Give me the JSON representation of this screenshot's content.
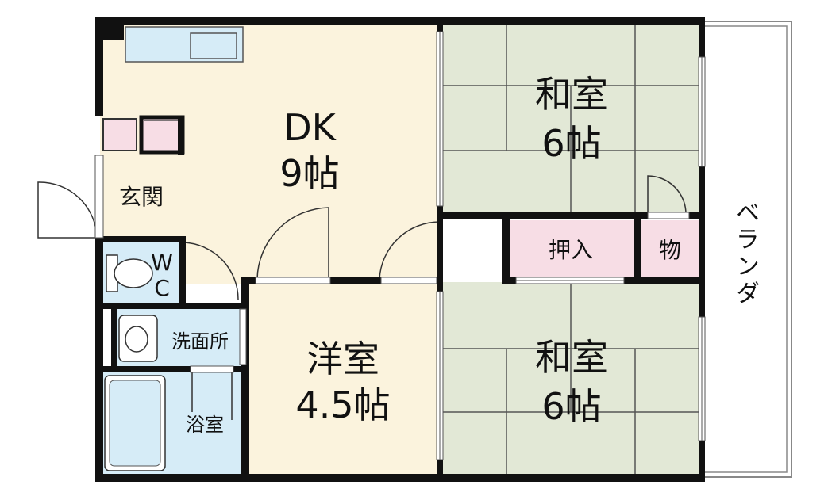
{
  "rooms": {
    "dk": {
      "name": "DK",
      "size": "9帖"
    },
    "washitsu_top": {
      "name": "和室",
      "size": "6帖"
    },
    "washitsu_bottom": {
      "name": "和室",
      "size": "6帖"
    },
    "yoshitsu": {
      "name": "洋室",
      "size": "4.5帖"
    },
    "genkan": {
      "name": "玄関"
    },
    "wc": {
      "line1": "W",
      "line2": "C"
    },
    "senmenjo": {
      "name": "洗面所"
    },
    "yokushitsu": {
      "name": "浴室"
    },
    "oshiire": {
      "name": "押入"
    },
    "mono": {
      "name": "物"
    },
    "veranda": {
      "name": "ベランダ"
    }
  },
  "colors": {
    "dk_floor": "#fbf3dd",
    "tatami": "#e2e8d6",
    "yoshitsu_floor": "#fbf3dd",
    "wet_area": "#d6ecf7",
    "storage": "#f7dde5",
    "wall": "#111111"
  }
}
